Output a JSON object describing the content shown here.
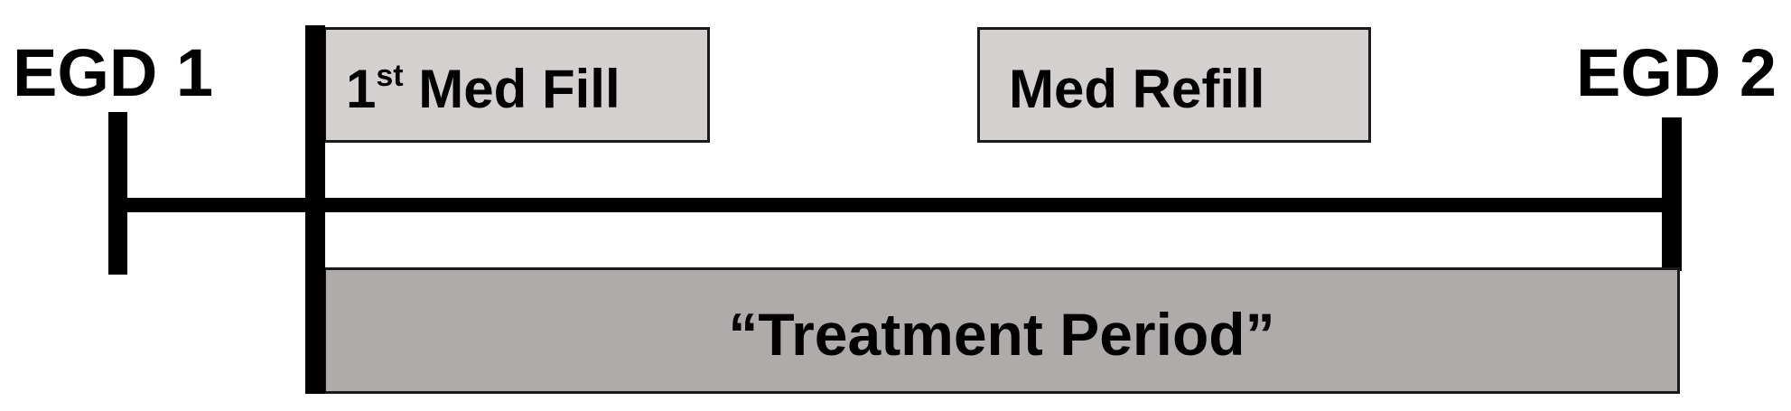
{
  "diagram": {
    "start_label": "EGD 1",
    "end_label": "EGD 2",
    "first_fill": {
      "ordinal": "1",
      "suffix": "st",
      "text": " Med Fill"
    },
    "refill_label": "Med Refill",
    "period_label": "“Treatment Period”"
  },
  "colors": {
    "small_box_fill": "#d4d0d0",
    "period_box_fill": "#b0abab",
    "line": "#000000"
  }
}
